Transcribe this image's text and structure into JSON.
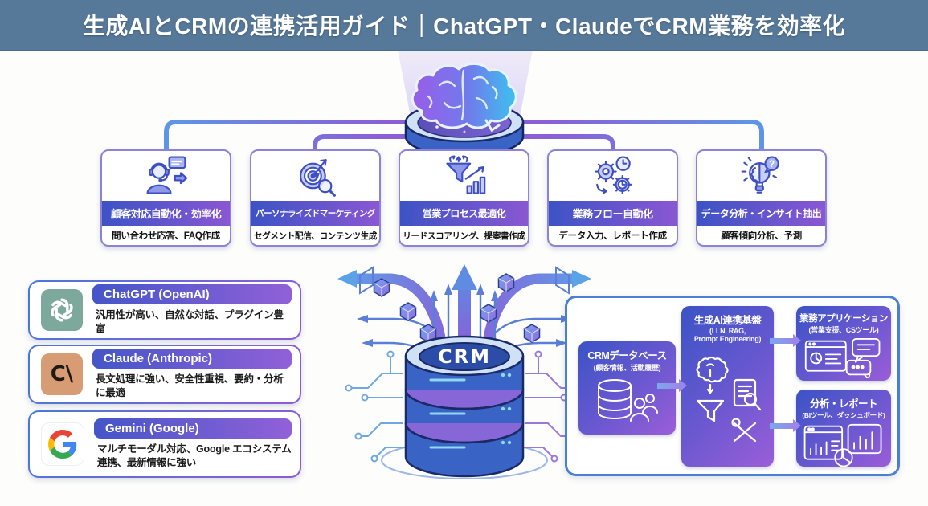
{
  "header": {
    "title": "生成AIとCRMの連携活用ガイド｜ChatGPT・ClaudeでCRM業務を効率化"
  },
  "features": [
    {
      "icon": "customer-support-icon",
      "title": "顧客対応自動化・効率化",
      "subtitle": "問い合わせ応答、FAQ作成"
    },
    {
      "icon": "target-marketing-icon",
      "title": "パーソナライズドマーケティング",
      "subtitle": "セグメント配信、コンテンツ生成"
    },
    {
      "icon": "sales-funnel-icon",
      "title": "営業プロセス最適化",
      "subtitle": "リードスコアリング、提案書作成"
    },
    {
      "icon": "gear-clock-icon",
      "title": "業務フロー自動化",
      "subtitle": "データ入力、レポート作成"
    },
    {
      "icon": "bulb-brain-icon",
      "title": "データ分析・インサイト抽出",
      "subtitle": "顧客傾向分析、予測"
    }
  ],
  "ai_models": [
    {
      "icon": "openai-logo",
      "name": "ChatGPT (OpenAI)",
      "description": "汎用性が高い、自然な対話、プラグイン豊富"
    },
    {
      "icon": "claude-logo",
      "logo_text": "C\\",
      "name": "Claude (Anthropic)",
      "description": "長文処理に強い、安全性重視、要約・分析に最適"
    },
    {
      "icon": "google-logo",
      "name": "Gemini (Google)",
      "description": "マルチモーダル対応、Google エコシステム連携、最新情報に強い"
    }
  ],
  "crm": {
    "label": "CRM"
  },
  "pipeline": {
    "database": {
      "title": "CRMデータベース",
      "subtitle": "(顧客情報、活動履歴)"
    },
    "ai_platform": {
      "title": "生成AI連携基盤",
      "subtitle_line1": "(LLN, RAG,",
      "subtitle_line2": "Prompt Engineering)"
    },
    "business_apps": {
      "title": "業務アプリケーション",
      "subtitle": "(営業支援、CSツール)"
    },
    "analytics": {
      "title": "分析・レポート",
      "subtitle": "(BIツール、ダッシュボード)"
    }
  },
  "icons": {
    "question_mark": "?"
  },
  "colors": {
    "header_bg": "#56799a",
    "title_band_from": "#3c53c5",
    "title_band_to": "#8a57d2",
    "card_border_from": "#4a78d6",
    "card_border_to": "#8f5ad8",
    "panel_border": "#4b7fd2",
    "gradient_box_from": "#3b53c6",
    "gradient_box_to": "#9a5ed8",
    "database_blue": "#3a63c6",
    "database_purple": "#8766d8",
    "pipe_blue": "#5ba2e8",
    "pipe_purple": "#8a5fd8",
    "openai_green": "#7ca99c",
    "claude_tan": "#d89c74"
  }
}
